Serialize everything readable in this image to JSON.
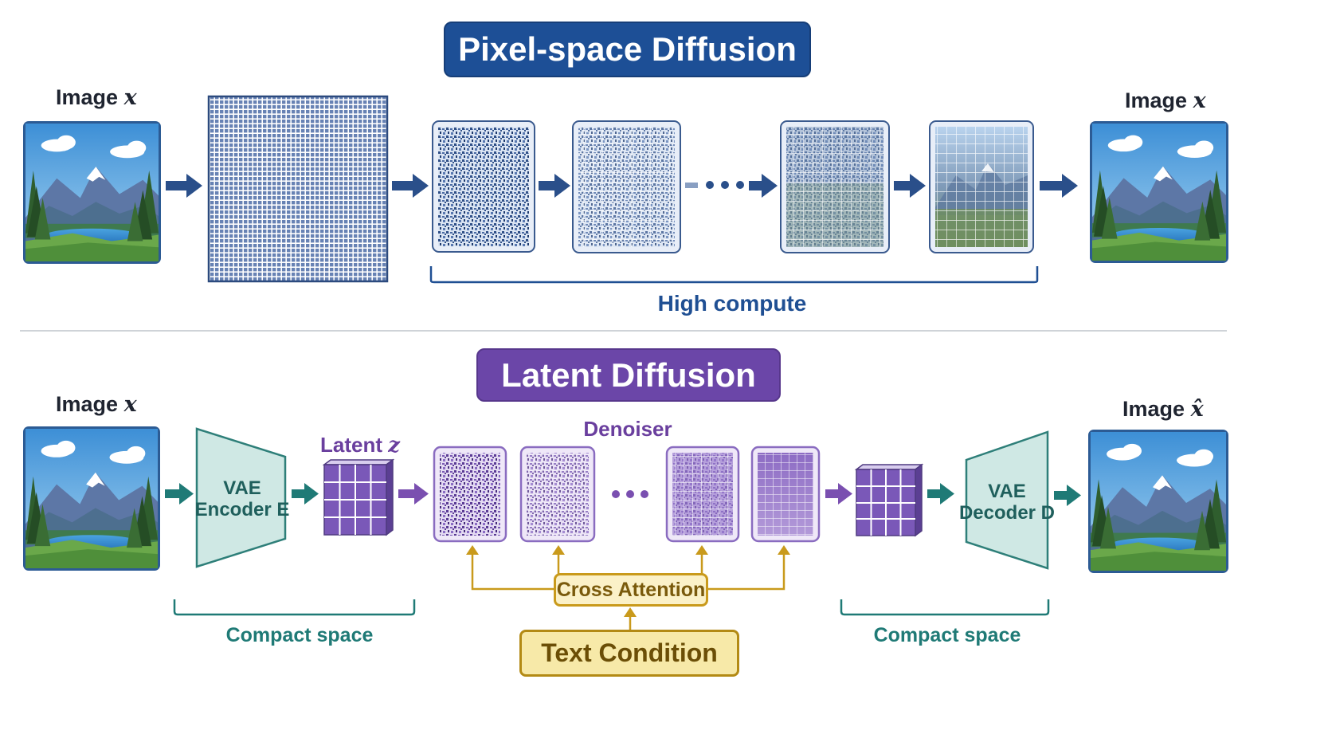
{
  "pixel": {
    "title": "Pixel-space Diffusion",
    "input_label": "Image",
    "input_var": "x",
    "output_label": "Image",
    "output_var": "x",
    "brace_label": "High compute"
  },
  "latent": {
    "title": "Latent Diffusion",
    "input_label": "Image",
    "input_var": "x",
    "output_label": "Image",
    "output_var": "x̂",
    "encoder_line1": "VAE",
    "encoder_line2": "Encoder E",
    "decoder_line1": "VAE",
    "decoder_line2": "Decoder D",
    "latent_label": "Latent",
    "latent_var": "z",
    "denoiser_label": "Denoiser",
    "cross_attention": "Cross Attention",
    "text_condition": "Text Condition",
    "compact_left": "Compact space",
    "compact_right": "Compact space"
  },
  "colors": {
    "pixel_accent": "#1d4f96",
    "latent_accent": "#6b46a8",
    "teal": "#1f7a76",
    "gold": "#c99a1c"
  }
}
